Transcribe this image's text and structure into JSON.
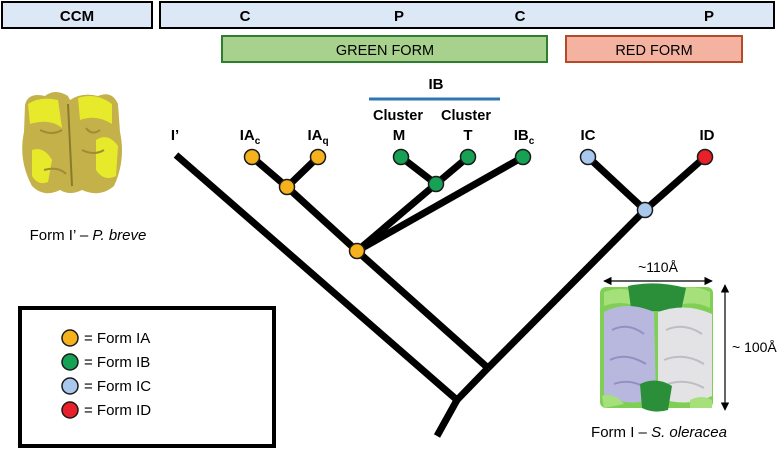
{
  "top_bar": {
    "ccm": "CCM",
    "labels": [
      "C",
      "P",
      "C",
      "P"
    ]
  },
  "forms": {
    "green": "GREEN FORM",
    "red": "RED FORM"
  },
  "ib_group": {
    "label": "IB",
    "cluster_m": "Cluster",
    "cluster_t": "Cluster"
  },
  "tips": {
    "i_prime": "I’",
    "ia_c_main": "IA",
    "ia_c_sub": "c",
    "ia_q_main": "IA",
    "ia_q_sub": "q",
    "m": "M",
    "t": "T",
    "ib_c_main": "IB",
    "ib_c_sub": "c",
    "ic": "IC",
    "id": "ID"
  },
  "left_structure": {
    "caption_prefix": "Form I’ – ",
    "caption_species": "P. breve"
  },
  "right_structure": {
    "width_label": "~110Å",
    "height_label": "~ 100Å",
    "caption_prefix": "Form I – ",
    "caption_species": "S. oleracea"
  },
  "legend": {
    "items": [
      {
        "label": "= Form IA",
        "color": "#f5b21d"
      },
      {
        "label": "= Form IB",
        "color": "#16a155"
      },
      {
        "label": "= Form IC",
        "color": "#a9c8ee"
      },
      {
        "label": "= Form ID",
        "color": "#e8202a"
      }
    ]
  },
  "colors": {
    "bar_fill": "#dde8f6",
    "green_fill": "#a9d18e",
    "green_stroke": "#2f7d2f",
    "red_fill": "#f4b3a0",
    "red_stroke": "#b44a2a",
    "ib_line": "#2e75b6",
    "form_ia": "#f5b21d",
    "form_ib": "#16a155",
    "form_ic": "#a9c8ee",
    "form_id": "#e8202a"
  }
}
